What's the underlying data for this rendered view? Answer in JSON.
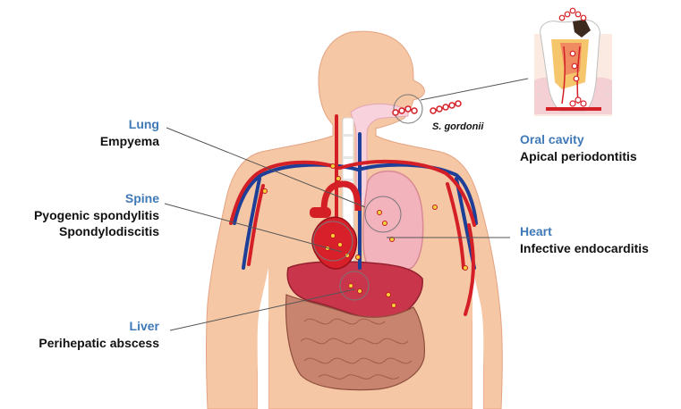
{
  "colors": {
    "skin": "#f5c7a4",
    "skin_dark": "#e9a98a",
    "artery": "#d41f26",
    "vein": "#1e3f97",
    "organ_label": "#3f79b7",
    "lung": "#f2b3bd",
    "liver": "#c9364b",
    "intestine": "#c9846f",
    "heart": "#d8202b"
  },
  "labels": {
    "lung": {
      "organ": "Lung",
      "disease": "Empyema"
    },
    "spine": {
      "organ": "Spine",
      "disease_1": "Pyogenic spondylitis",
      "disease_2": "Spondylodiscitis"
    },
    "liver": {
      "organ": "Liver",
      "disease": "Perihepatic abscess"
    },
    "oral": {
      "organ": "Oral cavity",
      "disease": "Apical periodontitis"
    },
    "heart": {
      "organ": "Heart",
      "disease": "Infective endocarditis"
    },
    "bacterium": "S. gordonii"
  }
}
